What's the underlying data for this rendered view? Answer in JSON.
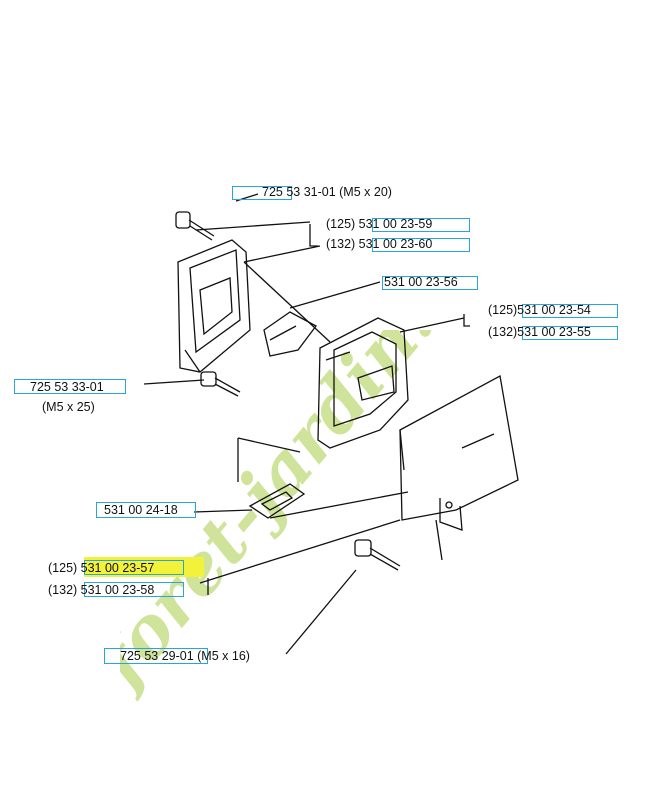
{
  "labels": {
    "bolt_top": "725 53 31-01 (M5 x 20)",
    "p125_59": "(125) 531 00 23-59",
    "p132_60": "(132) 531 00 23-60",
    "p56": "531 00 23-56",
    "p125_54": "(125)531 00 23-54",
    "p132_55": "(132)531 00 23-55",
    "bolt_left_num": "725 53 33-01",
    "bolt_left_size": "(M5 x 25)",
    "gasket": "531 00 24-18",
    "p125_57": "(125) 531 00 23-57",
    "p132_58": "(132) 531 00 23-58",
    "bolt_bottom": "725 53 29-01 (M5 x 16)"
  },
  "watermark": {
    "text": "foret-jardin.com",
    "color": "#cfe39a",
    "color2": "#d8cfa0"
  },
  "colors": {
    "box": "#2aa6d6",
    "highlight": "#f3f23a",
    "line": "#111111"
  }
}
